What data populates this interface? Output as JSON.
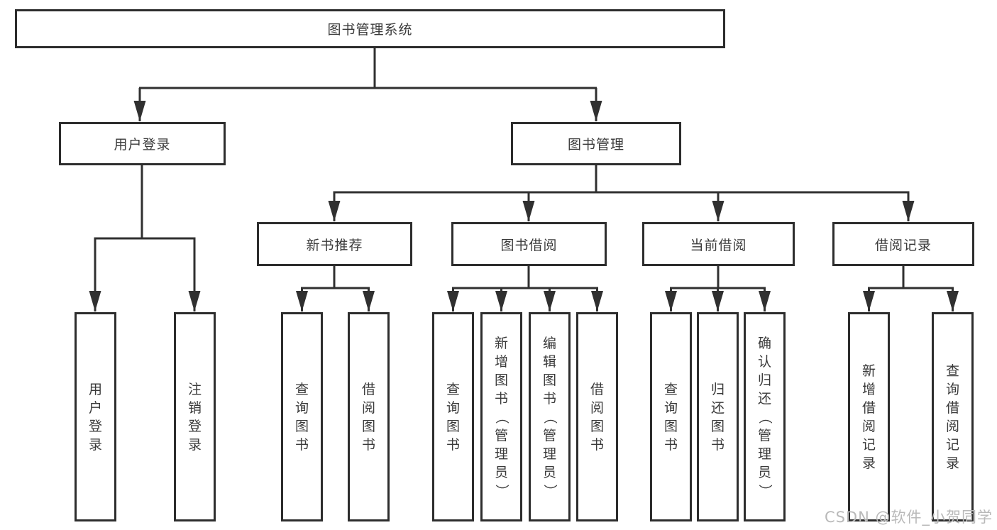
{
  "root": {
    "label": "图书管理系统"
  },
  "nodes": {
    "user_login": {
      "label": "用户登录",
      "children": [
        "用户登录",
        "注销登录"
      ]
    },
    "book_mgmt": {
      "label": "图书管理"
    },
    "new_book_rec": {
      "label": "新书推荐",
      "children": [
        "查询图书",
        "借阅图书"
      ]
    },
    "book_borrow": {
      "label": "图书借阅",
      "children": [
        "查询图书",
        "新增图书（管理员）",
        "编辑图书（管理员）",
        "借阅图书"
      ]
    },
    "current_borrow": {
      "label": "当前借阅",
      "children": [
        "查询图书",
        "归还图书",
        "确认归还（管理员）"
      ]
    },
    "borrow_record": {
      "label": "借阅记录",
      "children": [
        "新增借阅记录",
        "查询借阅记录"
      ]
    }
  },
  "colors": {
    "line": "#303030",
    "border": "#2d2d2d",
    "text": "#3a3a3a",
    "watermark": "#b9b9b9"
  },
  "watermark": "CSDN @软件_小贺同学"
}
